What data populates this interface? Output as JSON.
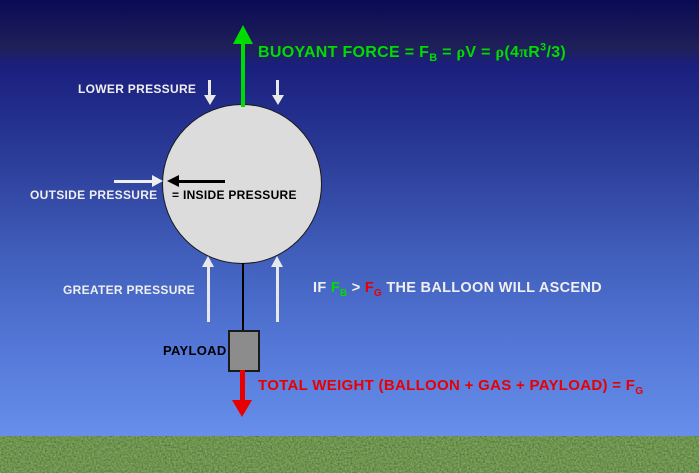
{
  "colors": {
    "green": "#00DC00",
    "red": "#E80000",
    "white": "#EFEFEF",
    "black": "#000000",
    "sky_top": "#0A0A55",
    "sky_bottom": "#6A93EE",
    "balloon_fill": "#DCDCDC",
    "payload_fill": "#8C8C8C",
    "grass_green": "#1E5A20"
  },
  "diagram": {
    "buoyant_formula": {
      "segments": [
        {
          "t": "BUOYANT FORCE = F"
        },
        {
          "t": "B",
          "s": "sub"
        },
        {
          "t": " = "
        },
        {
          "t": "ρ",
          "f": "serif"
        },
        {
          "t": "V = "
        },
        {
          "t": "ρ",
          "f": "serif"
        },
        {
          "t": "(4"
        },
        {
          "t": "π",
          "f": "serif"
        },
        {
          "t": "R"
        },
        {
          "t": "3",
          "s": "sup"
        },
        {
          "t": "/3)"
        }
      ]
    },
    "labels": {
      "lower_pressure": "LOWER PRESSURE",
      "outside_pressure": "OUTSIDE PRESSURE",
      "inside_pressure": "= INSIDE PRESSURE",
      "greater_pressure": "GREATER PRESSURE",
      "payload": "PAYLOAD"
    },
    "ascend_condition": {
      "segments": [
        {
          "t": "IF "
        },
        {
          "t": "F",
          "c": "green"
        },
        {
          "t": "B",
          "s": "sub",
          "c": "green"
        },
        {
          "t": " > "
        },
        {
          "t": "F",
          "c": "red"
        },
        {
          "t": "G",
          "s": "sub",
          "c": "red"
        },
        {
          "t": " THE BALLOON WILL ASCEND"
        }
      ]
    },
    "total_weight": {
      "segments": [
        {
          "t": "TOTAL WEIGHT (BALLOON + GAS + PAYLOAD) = F"
        },
        {
          "t": "G",
          "s": "sub"
        }
      ]
    }
  }
}
